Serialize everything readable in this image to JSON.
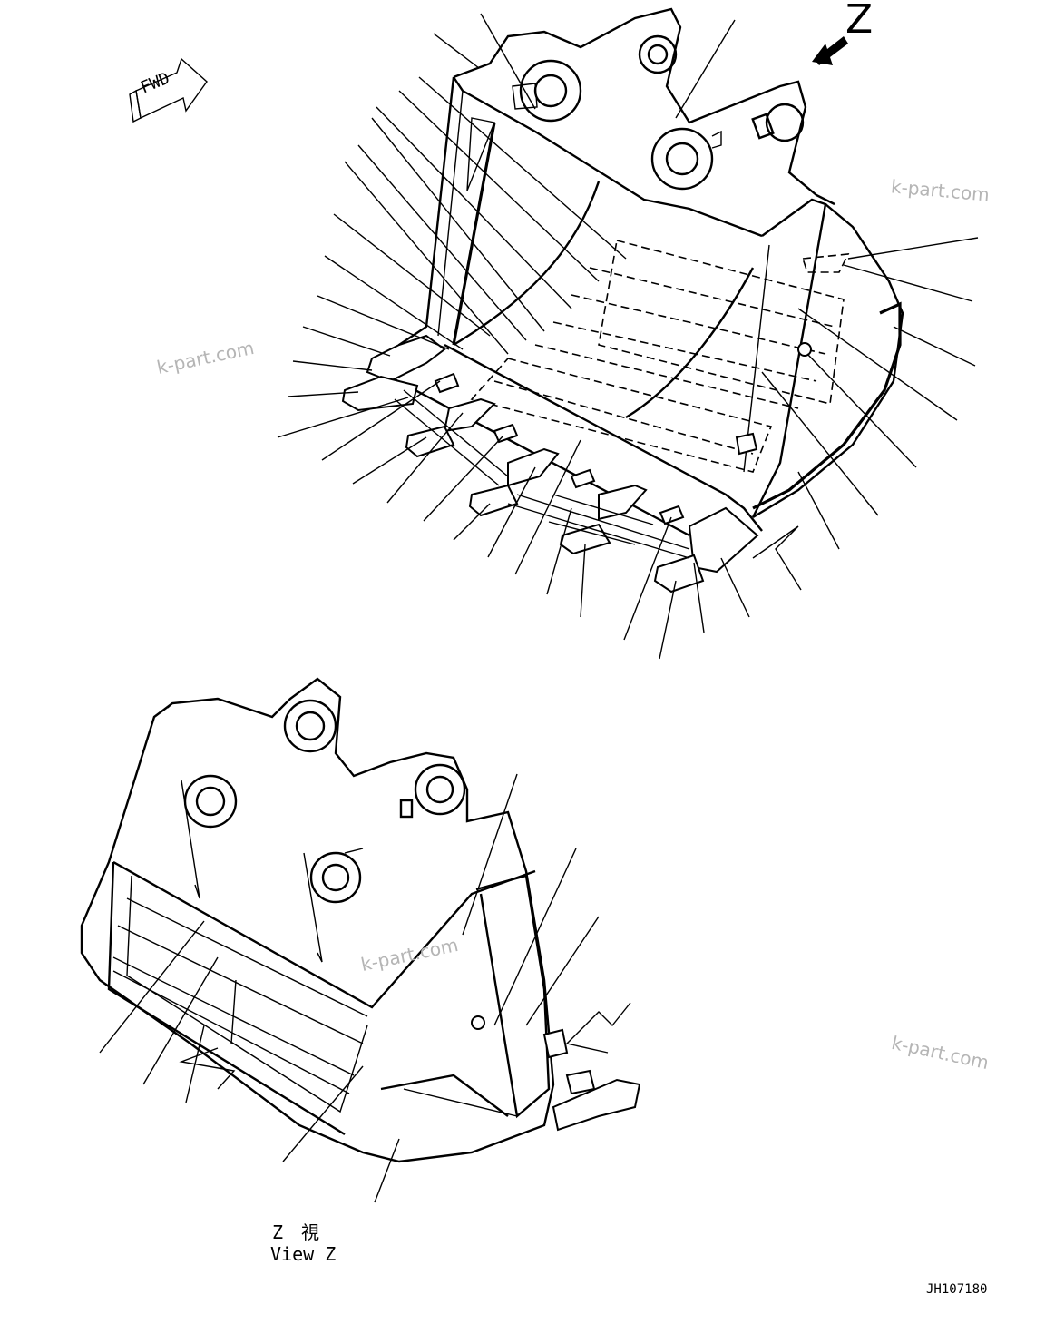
{
  "view_marker": "Z",
  "fwd_label": "FWD",
  "watermarks": [
    "k-part.com",
    "k-part.com",
    "k-part.com",
    "k-part.com"
  ],
  "view_caption_jp": "Z　視",
  "view_caption_en": "View Z",
  "drawing_code": "JH107180"
}
